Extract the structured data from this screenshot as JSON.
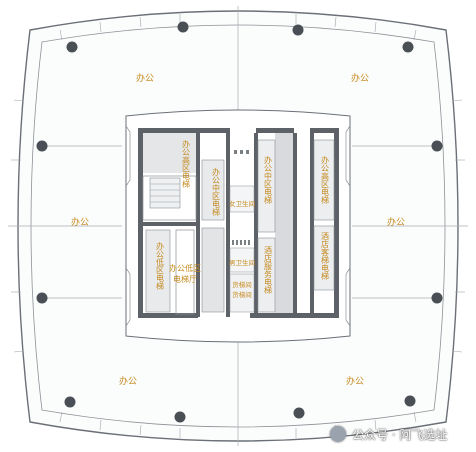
{
  "labels": {
    "office_nw": "办公",
    "office_ne": "办公",
    "office_w": "办公",
    "office_e": "办公",
    "office_sw": "办公",
    "office_se": "办公",
    "women_restroom": "女卫生间",
    "men_restroom": "男卫生间",
    "office_low_lobby": "办公低区",
    "office_low_lobby_2": "电梯厅",
    "elev_high_zone": "办公高区电梯",
    "elev_mid_zone_a": "办公中区电梯",
    "elev_mid_zone_b": "办公中区电梯",
    "elev_high_zone_b": "办公高区电梯",
    "elev_low_zone": "办公低区电梯",
    "elev_hotel_service": "酒店服务电梯",
    "elev_hotel_guest": "酒店客梯电梯",
    "freight_elev_1": "货梯间",
    "freight_elev_2": "货梯间"
  },
  "watermark": {
    "text": "公众号 · 阿飞选址"
  }
}
